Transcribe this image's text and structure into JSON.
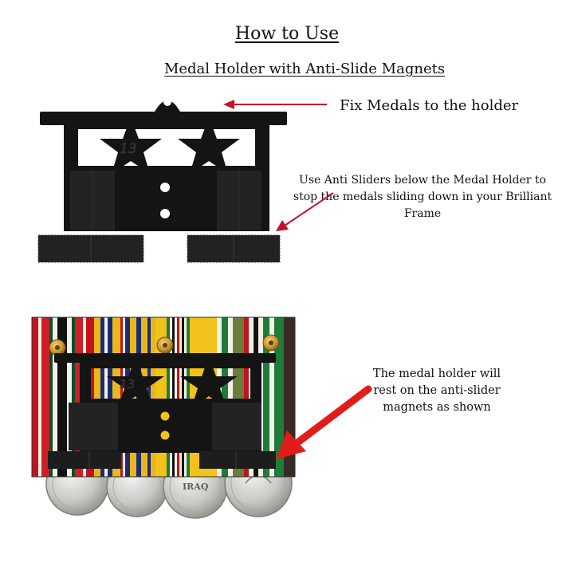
{
  "heading": "How to Use ",
  "subheading": "Medal Holder with Anti-Slide Magnets",
  "steps": {
    "fix_medals": "Fix Medals to the holder",
    "use_anti_sliders": "Use Anti Sliders below the Medal Holder to stop the medals sliding down in your Brilliant Frame",
    "rest_on_magnets": "The medal holder will rest on the anti-slider magnets as shown"
  },
  "holder_mark": "13",
  "coin_text": {
    "center": "IRAQ"
  },
  "colors": {
    "arrow_thin": "#c8102e",
    "arrow_bold": "#e31b1b",
    "holder": "#141414"
  },
  "icons": [
    "hanger-loop-icon",
    "star-icon",
    "magnet-strip-icon",
    "pin-back-icon",
    "medal-coin-icon"
  ]
}
